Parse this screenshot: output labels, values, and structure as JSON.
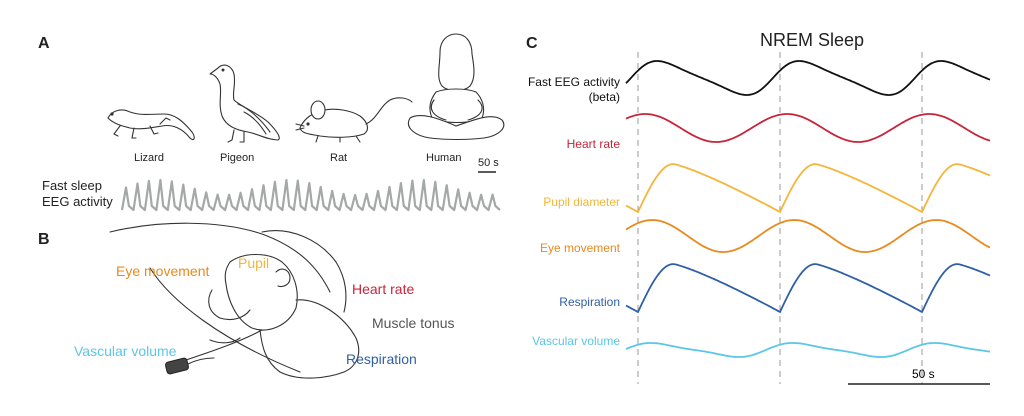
{
  "panels": {
    "a": {
      "letter": "A",
      "animals": [
        "Lizard",
        "Pigeon",
        "Rat",
        "Human"
      ],
      "scale_label": "50 s",
      "eeg_label_line1": "Fast sleep",
      "eeg_label_line2": "EEG activity"
    },
    "b": {
      "letter": "B",
      "labels": {
        "eye_movement": "Eye movement",
        "pupil": "Pupil",
        "heart_rate": "Heart rate",
        "muscle_tonus": "Muscle tonus",
        "respiration": "Respiration",
        "vascular_volume": "Vascular volume"
      }
    },
    "c": {
      "letter": "C",
      "title": "NREM Sleep",
      "scale_label": "50 s"
    }
  },
  "colors": {
    "eeg": "#111111",
    "heart_rate": "#c8243a",
    "pupil": "#f3b63a",
    "eye_movement": "#e88a1e",
    "respiration": "#2f5fa6",
    "vascular": "#5cc6e6",
    "muscle": "#555555",
    "trace_gray": "#a4a8a6"
  },
  "chart_data": {
    "type": "line",
    "title": "NREM Sleep",
    "series": [
      {
        "name": "Fast EEG activity (beta)",
        "color": "#111111"
      },
      {
        "name": "Heart rate",
        "color": "#c8243a"
      },
      {
        "name": "Pupil diameter",
        "color": "#f3b63a"
      },
      {
        "name": "Eye movement",
        "color": "#e88a1e"
      },
      {
        "name": "Respiration",
        "color": "#2f5fa6"
      },
      {
        "name": "Vascular volume",
        "color": "#5cc6e6"
      }
    ],
    "scale_bar": "50 s"
  }
}
